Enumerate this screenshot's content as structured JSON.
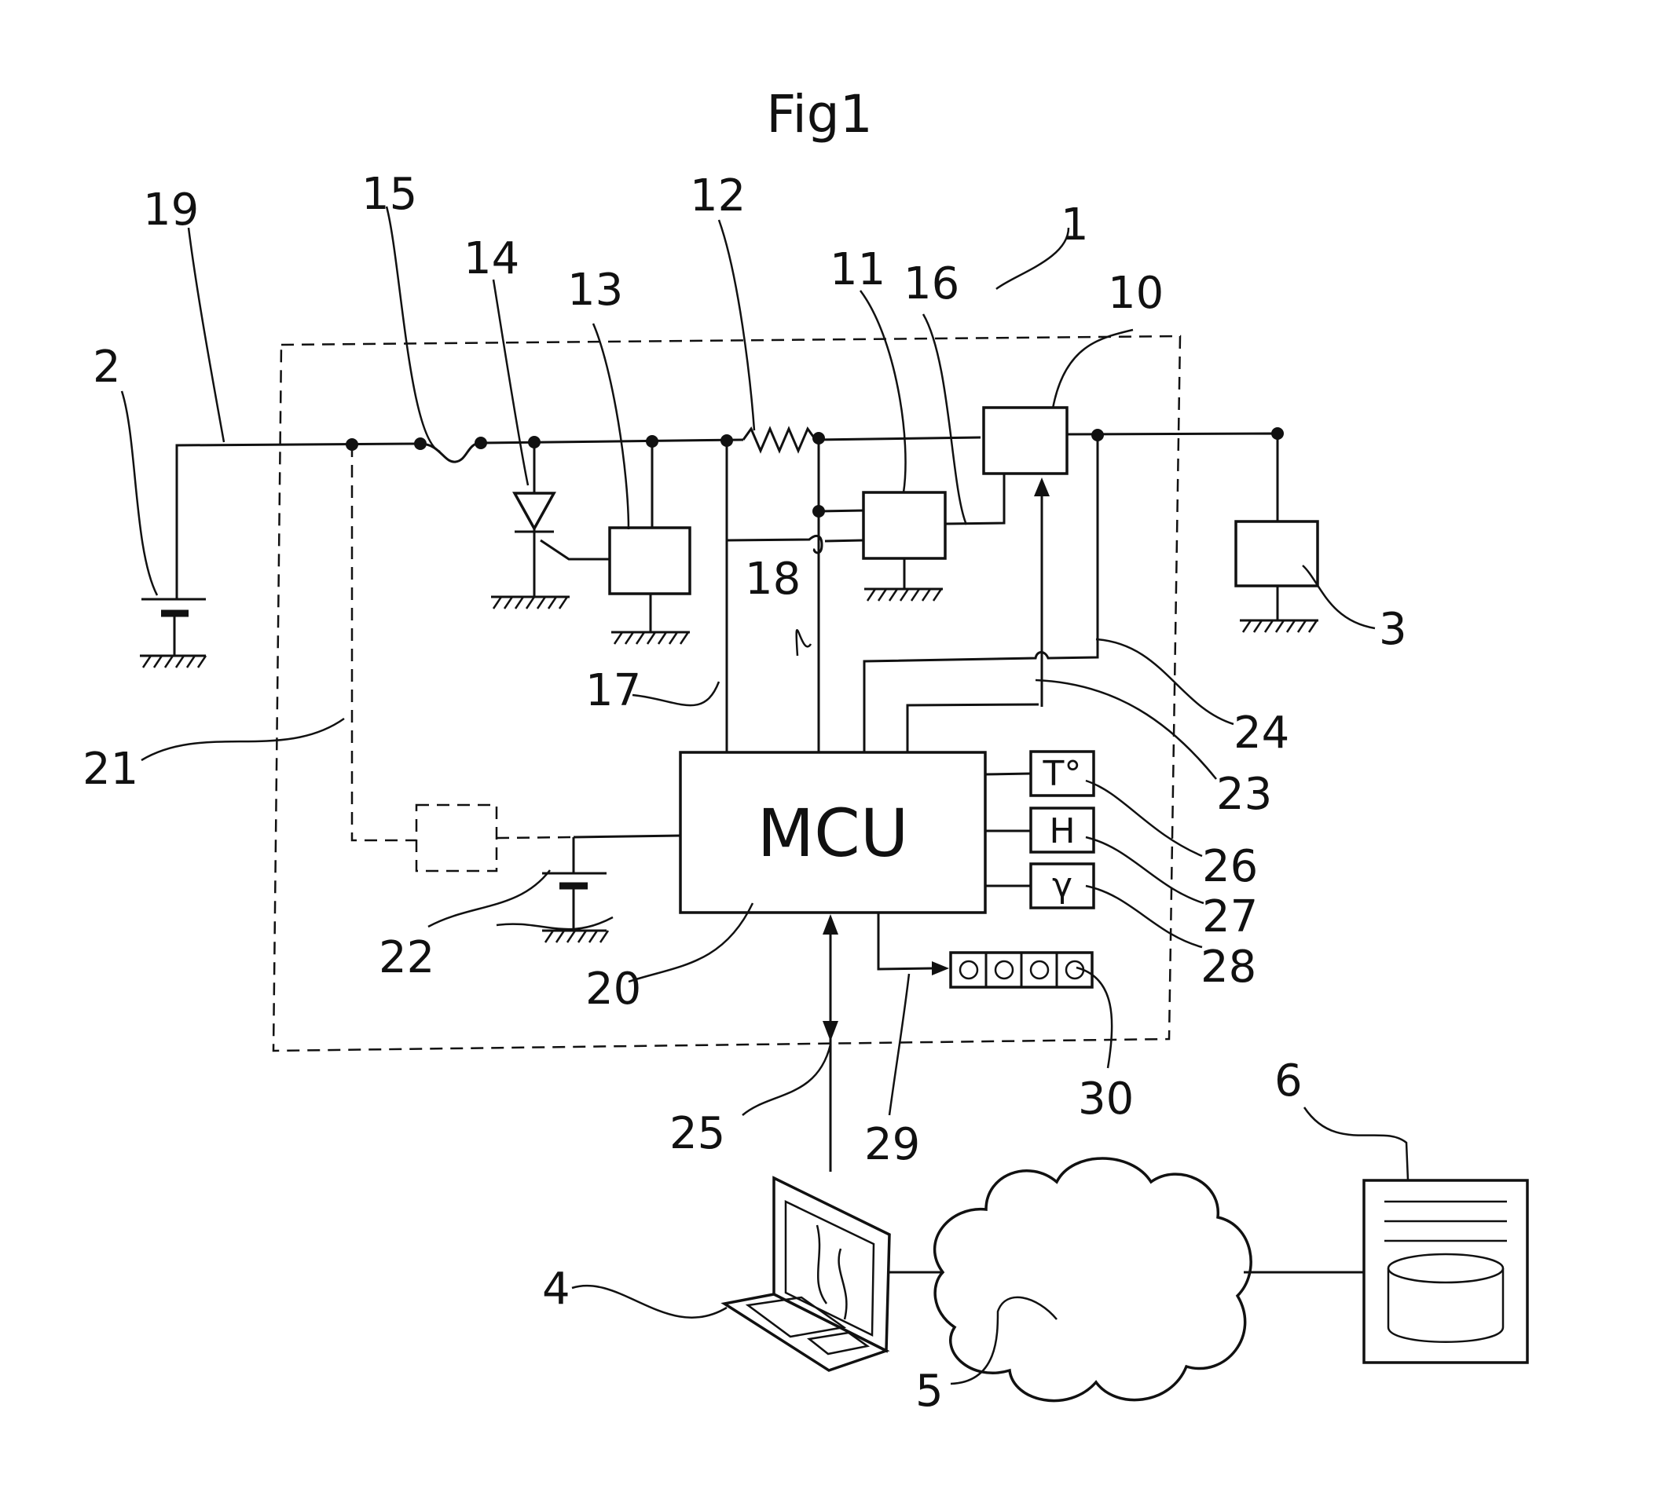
{
  "figure": {
    "title": "Fig1",
    "mcu_label": "MCU",
    "sensor_symbols": {
      "temperature": "T°",
      "humidity": "H",
      "gamma": "γ"
    },
    "reference_numerals": {
      "n1": "1",
      "n2": "2",
      "n3": "3",
      "n4": "4",
      "n5": "5",
      "n6": "6",
      "n10": "10",
      "n11": "11",
      "n12": "12",
      "n13": "13",
      "n14": "14",
      "n15": "15",
      "n16": "16",
      "n17": "17",
      "n18": "18",
      "n19": "19",
      "n20": "20",
      "n21": "21",
      "n22": "22",
      "n23": "23",
      "n24": "24",
      "n25": "25",
      "n26": "26",
      "n27": "27",
      "n28": "28",
      "n29": "29",
      "n30": "30"
    }
  }
}
